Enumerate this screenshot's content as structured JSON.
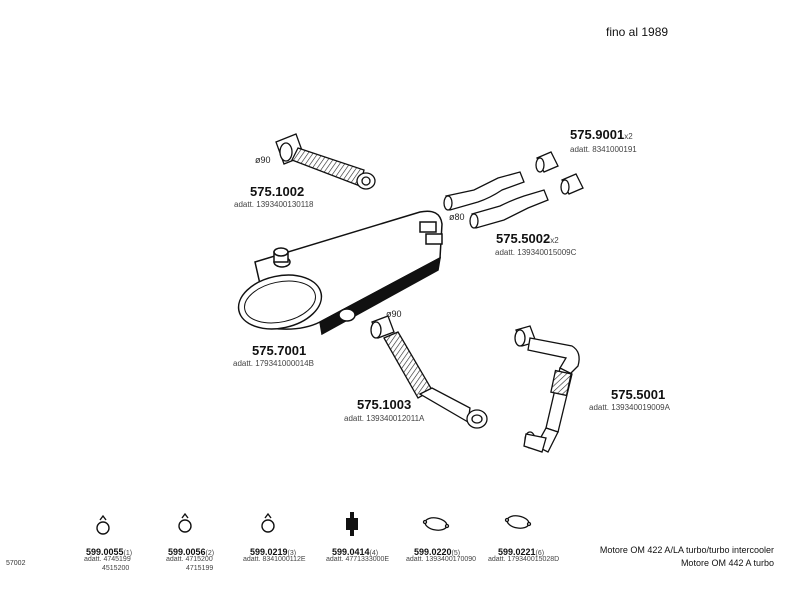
{
  "header": {
    "period": "fino al 1989"
  },
  "diameters": {
    "d1": "ø90",
    "d2": "ø80",
    "d3": "ø90"
  },
  "parts": {
    "p1": {
      "code": "575.9001",
      "suffix": "x2",
      "adatt": "adatt. 8341000191"
    },
    "p2": {
      "code": "575.1002",
      "adatt": "adatt. 1393400130118"
    },
    "p3": {
      "code": "575.5002",
      "suffix": "x2",
      "adatt": "adatt. 139340015009C"
    },
    "p4": {
      "code": "575.7001",
      "adatt": "adatt. 179341000014B"
    },
    "p5": {
      "code": "575.1003",
      "adatt": "adatt. 139340012011A"
    },
    "p6": {
      "code": "575.5001",
      "adatt": "adatt. 139340019009A"
    }
  },
  "accessories": [
    {
      "code": "599.0055",
      "qty": "(1)",
      "adatt": "adatt. 4745199",
      "adatt2": "4515200",
      "icon": "clamp-icon"
    },
    {
      "code": "599.0056",
      "qty": "(2)",
      "adatt": "adatt. 4715200",
      "adatt2": "4715199",
      "icon": "clamp-icon"
    },
    {
      "code": "599.0219",
      "qty": "(3)",
      "adatt": "adatt. 8341000112E",
      "adatt2": "",
      "icon": "clamp-icon"
    },
    {
      "code": "599.0414",
      "qty": "(4)",
      "adatt": "adatt. 4771333000E",
      "adatt2": "",
      "icon": "rubber-mount-icon"
    },
    {
      "code": "599.0220",
      "qty": "(5)",
      "adatt": "adatt. 1393400170090",
      "adatt2": "",
      "icon": "gasket-icon"
    },
    {
      "code": "599.0221",
      "qty": "(6)",
      "adatt": "adatt. 179340015028D",
      "adatt2": "",
      "icon": "gasket-icon"
    }
  ],
  "footer": {
    "ref": "57002",
    "motor1": "Motore OM 422 A/LA turbo/turbo intercooler",
    "motor2": "Motore OM 442 A turbo"
  }
}
